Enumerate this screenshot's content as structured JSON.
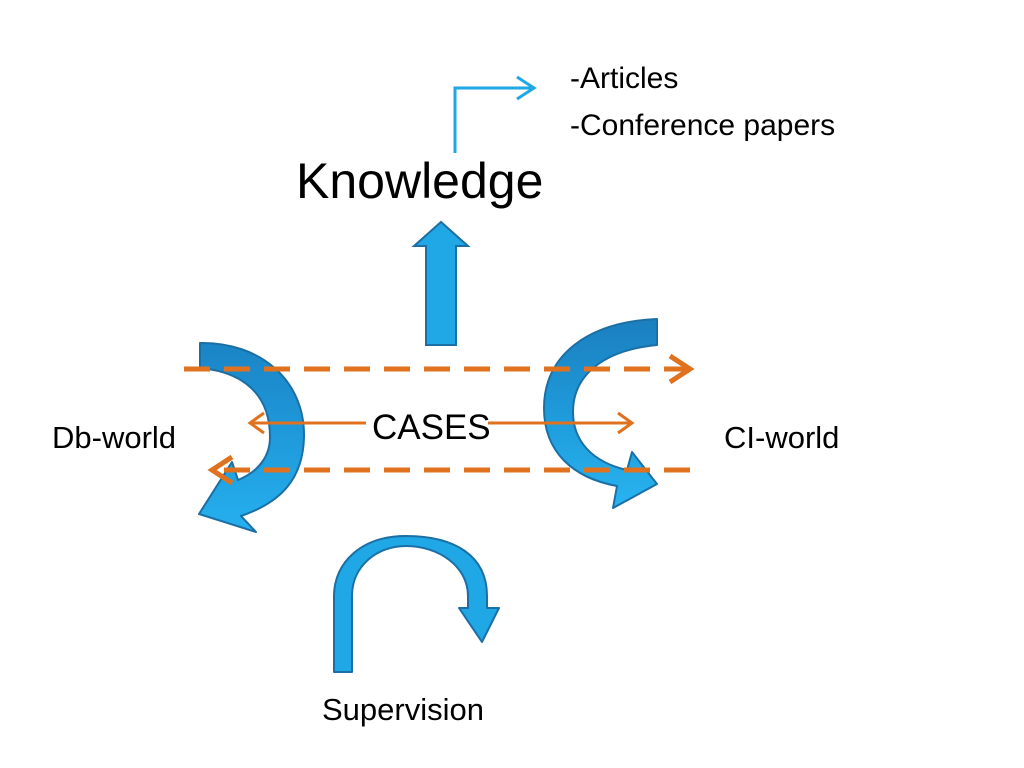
{
  "title": "Knowledge",
  "outputs": [
    "-Articles",
    "-Conference papers"
  ],
  "center": "CASES",
  "left_world": "Db-world",
  "right_world": "CI-world",
  "bottom": "Supervision",
  "colors": {
    "primary_arrow_fill": "#1fa7e6",
    "primary_arrow_stroke": "#1b6fa5",
    "thin_arrow": "#1fa7e6",
    "dashed_arrow": "#e0721f",
    "text": "#000000"
  },
  "icons": {
    "up_arrow": "block-arrow-up-icon",
    "left_curve": "curved-arrow-down-left-icon",
    "right_curve": "curved-arrow-down-right-icon",
    "supervision": "u-turn-arrow-icon",
    "outputs_connector": "elbow-arrow-right-icon",
    "flow_right": "dashed-arrow-right-icon",
    "flow_left": "dashed-arrow-left-icon",
    "exchange": "double-headed-arrow-icon"
  }
}
